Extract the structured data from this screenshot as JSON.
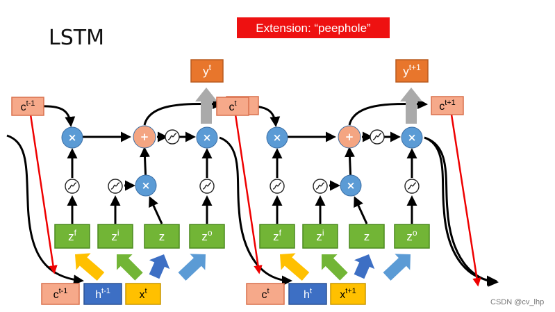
{
  "title": "LSTM",
  "banner": "Extension: “peephole”",
  "watermark": "CSDN @cv_lhp",
  "colors": {
    "cell_state": "#f6a98a",
    "cell_border": "#d9704d",
    "gate_green": "#72b536",
    "gate_border": "#4b8a1f",
    "output_orange": "#e8762c",
    "hidden_blue": "#3d6fc4",
    "input_yellow": "#ffc000",
    "mult_blue": "#5b9bd5",
    "plus_salmon": "#f4a582",
    "banner_red": "#ee1111",
    "peephole_red": "#ee0000",
    "arrow_gray": "#aaaaaa"
  },
  "step1": {
    "c_in": {
      "base": "c",
      "sup": "t-1"
    },
    "c_out": {
      "base": "c",
      "sup": "t"
    },
    "y": {
      "base": "y",
      "sup": "t"
    },
    "zf": {
      "base": "z",
      "sup": "f"
    },
    "zi": {
      "base": "z",
      "sup": "i"
    },
    "z": {
      "base": "z"
    },
    "zo": {
      "base": "z",
      "sup": "o"
    },
    "c_bottom": {
      "base": "c",
      "sup": "t-1"
    },
    "h_bottom": {
      "base": "h",
      "sup": "t-1"
    },
    "x_bottom": {
      "base": "x",
      "sup": "t"
    }
  },
  "step2": {
    "c_in": {
      "base": "c",
      "sup": "t"
    },
    "c_out": {
      "base": "c",
      "sup": "t+1"
    },
    "y": {
      "base": "y",
      "sup": "t+1"
    },
    "zf": {
      "base": "z",
      "sup": "f"
    },
    "zi": {
      "base": "z",
      "sup": "i"
    },
    "z": {
      "base": "z"
    },
    "zo": {
      "base": "z",
      "sup": "o"
    },
    "c_bottom": {
      "base": "c",
      "sup": "t"
    },
    "h_bottom": {
      "base": "h",
      "sup": "t"
    },
    "x_bottom": {
      "base": "x",
      "sup": "t+1"
    }
  },
  "ops": {
    "multiply": "×",
    "plus": "+"
  }
}
